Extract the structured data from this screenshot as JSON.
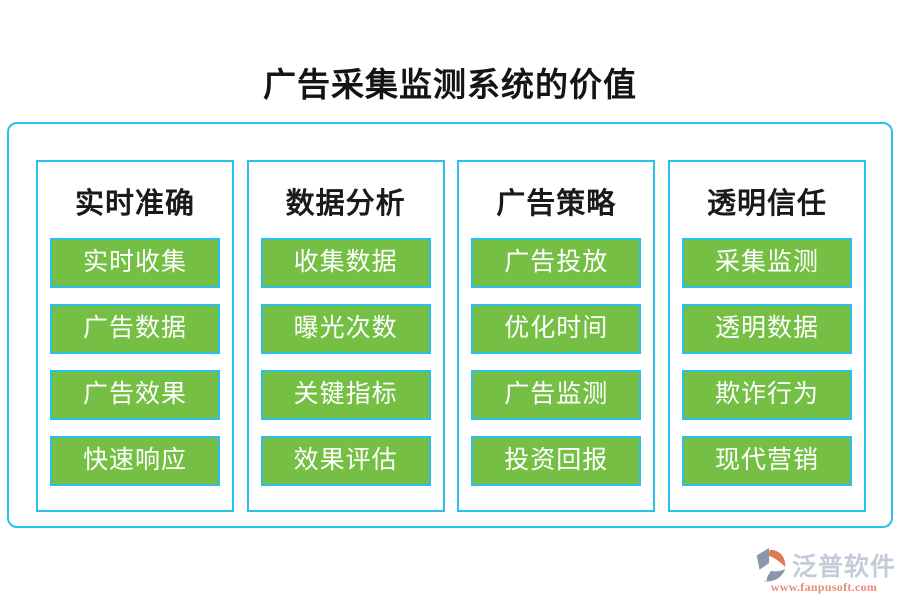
{
  "page": {
    "title": "广告采集监测系统的价值"
  },
  "columns": [
    {
      "header": "实时准确",
      "items": [
        "实时收集",
        "广告数据",
        "广告效果",
        "快速响应"
      ]
    },
    {
      "header": "数据分析",
      "items": [
        "收集数据",
        "曝光次数",
        "关键指标",
        "效果评估"
      ]
    },
    {
      "header": "广告策略",
      "items": [
        "广告投放",
        "优化时间",
        "广告监测",
        "投资回报"
      ]
    },
    {
      "header": "透明信任",
      "items": [
        "采集监测",
        "透明数据",
        "欺诈行为",
        "现代营销"
      ]
    }
  ],
  "branding": {
    "logo_text": "泛普软件",
    "logo_url": "www.fanpusoft.com"
  },
  "colors": {
    "accent_border": "#2bc0ec",
    "button_green": "#75c044",
    "heading_ink": "#1a1a1a",
    "brand_name_color": "#c6cbd9",
    "brand_url_color": "#e98b75",
    "logo_icon_slate": "#8b96ad",
    "logo_icon_orange": "#dd7b52"
  }
}
